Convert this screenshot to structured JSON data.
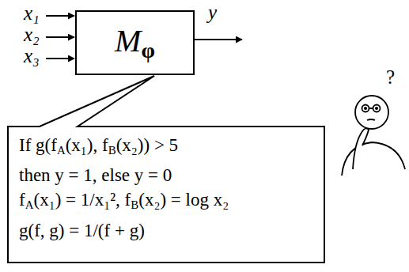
{
  "diagram": {
    "nodes": [
      {
        "text": [
          "Mφ"
        ]
      },
      {
        "text": [
          "If g(fA(x₁), fB(x₂)) > 5",
          "then y = 1, else y = 0",
          "fA(x₁) = 1/x₁², fB(x₂) = log x₂",
          "g(f, g) = 1/(f + g)"
        ]
      }
    ],
    "labels": [
      "x₁",
      "x₂",
      "x₃",
      "y",
      "?"
    ]
  }
}
